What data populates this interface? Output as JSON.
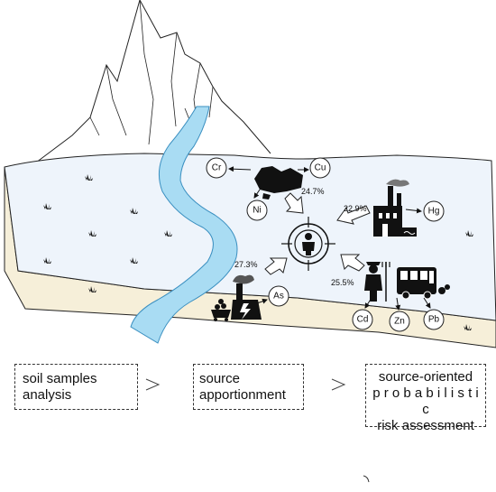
{
  "elements": {
    "chromium": "Cr",
    "copper": "Cu",
    "nickel": "Ni",
    "mercury": "Hg",
    "arsenic": "As",
    "cadmium": "Cd",
    "zinc": "Zn",
    "lead": "Pb"
  },
  "sources": {
    "natural": "24.7%",
    "industrial": "22.9%",
    "coal": "27.3%",
    "agriculture_traffic": "25.5%"
  },
  "workflow": {
    "step1": [
      "soil samples",
      "analysis"
    ],
    "step2": [
      "source",
      "apportionment"
    ],
    "step3": [
      "source-oriented",
      "p r o b a b i l i s t i c",
      "risk assessment"
    ]
  },
  "icons": [
    "mountain-icon",
    "river-icon",
    "grass-icon",
    "rock-icon",
    "factory-icon",
    "coal-power-icon",
    "farmer-icon",
    "bus-icon",
    "target-person-icon",
    "arrow-icon"
  ],
  "colors": {
    "land_top": "#eef4fb",
    "land_side": "#f6efd9",
    "river": "#a9dcf3",
    "river_edge": "#3a8fc0"
  }
}
